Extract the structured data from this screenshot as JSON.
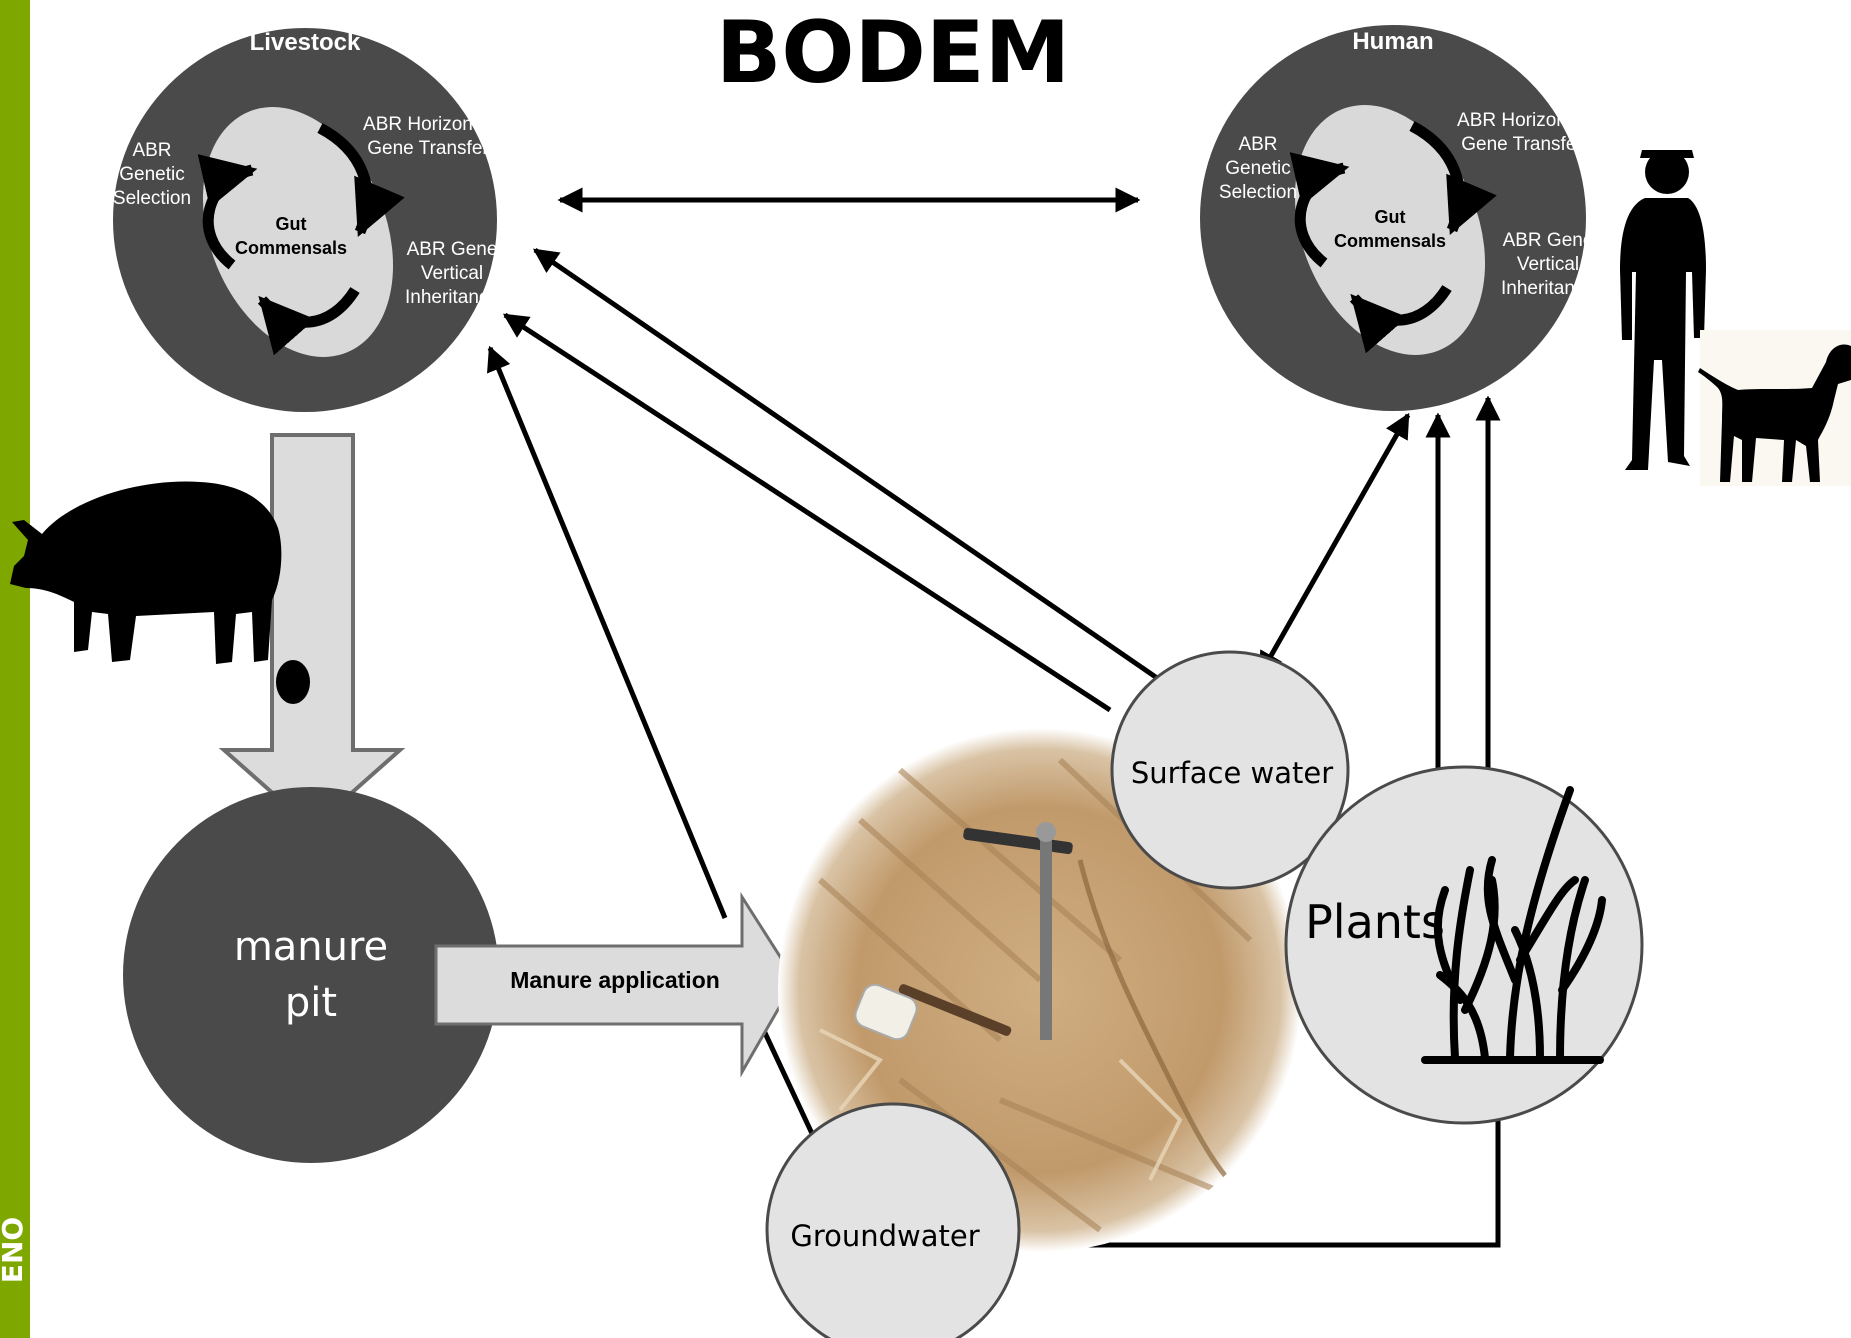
{
  "title": "BODEM",
  "sidebar_text": "ENO",
  "colors": {
    "sidebar": "#7ea800",
    "dark_circle": "#4a4a4a",
    "light_circle": "#e3e3e3",
    "ellipse": "#d6d6d6",
    "arrow": "#000000",
    "soil": "#c9a77a"
  },
  "livestock": {
    "heading": "Livestock",
    "genetic_selection": [
      "ABR",
      "Genetic",
      "Selection"
    ],
    "horizontal_transfer": [
      "ABR Horizontal",
      "Gene Transfer"
    ],
    "vertical_inheritance": [
      "ABR Gene",
      "Vertical",
      "Inheritance"
    ],
    "gut_commensals": [
      "Gut",
      "Commensals"
    ]
  },
  "human": {
    "heading": "Human",
    "genetic_selection": [
      "ABR",
      "Genetic",
      "Selection"
    ],
    "horizontal_transfer": [
      "ABR Horizontal",
      "Gene Transfer"
    ],
    "vertical_inheritance": [
      "ABR Gene",
      "Vertical",
      "Inheritance"
    ],
    "gut_commensals": [
      "Gut",
      "Commensals"
    ]
  },
  "manure_pit": [
    "manure",
    "pit"
  ],
  "manure_application": "Manure application",
  "surface_water": "Surface water",
  "plants": "Plants",
  "groundwater": "Groundwater",
  "icons": [
    "pig-silhouette-icon",
    "human-silhouette-icon",
    "dog-silhouette-icon",
    "plant-silhouette-icon",
    "soil-probe-photo",
    "mallet-icon"
  ]
}
